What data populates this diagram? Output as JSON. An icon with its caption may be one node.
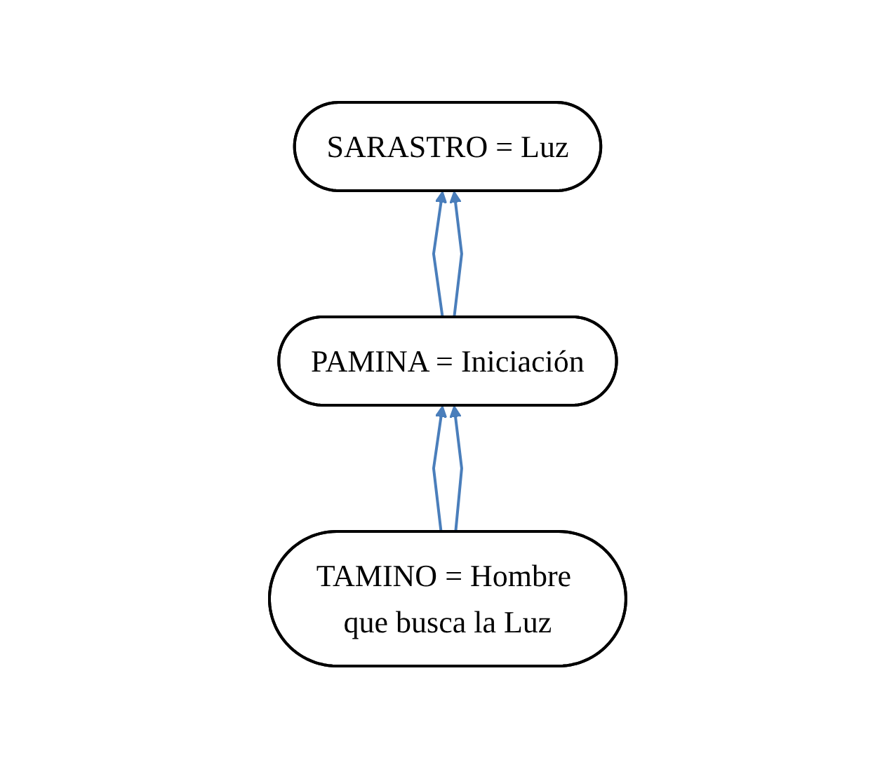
{
  "diagram": {
    "nodes": [
      {
        "text": [
          "SARASTRO = Luz"
        ]
      },
      {
        "text": [
          "PAMINA = Iniciación"
        ]
      },
      {
        "text": [
          "TAMINO = Hombre que busca la Luz"
        ]
      }
    ],
    "edges": [
      {
        "from": 1,
        "to": 0,
        "arrow": "to"
      },
      {
        "from": 1,
        "to": 0,
        "arrow": "to"
      },
      {
        "from": 2,
        "to": 1,
        "arrow": "to"
      },
      {
        "from": 2,
        "to": 1,
        "arrow": "to"
      }
    ]
  }
}
